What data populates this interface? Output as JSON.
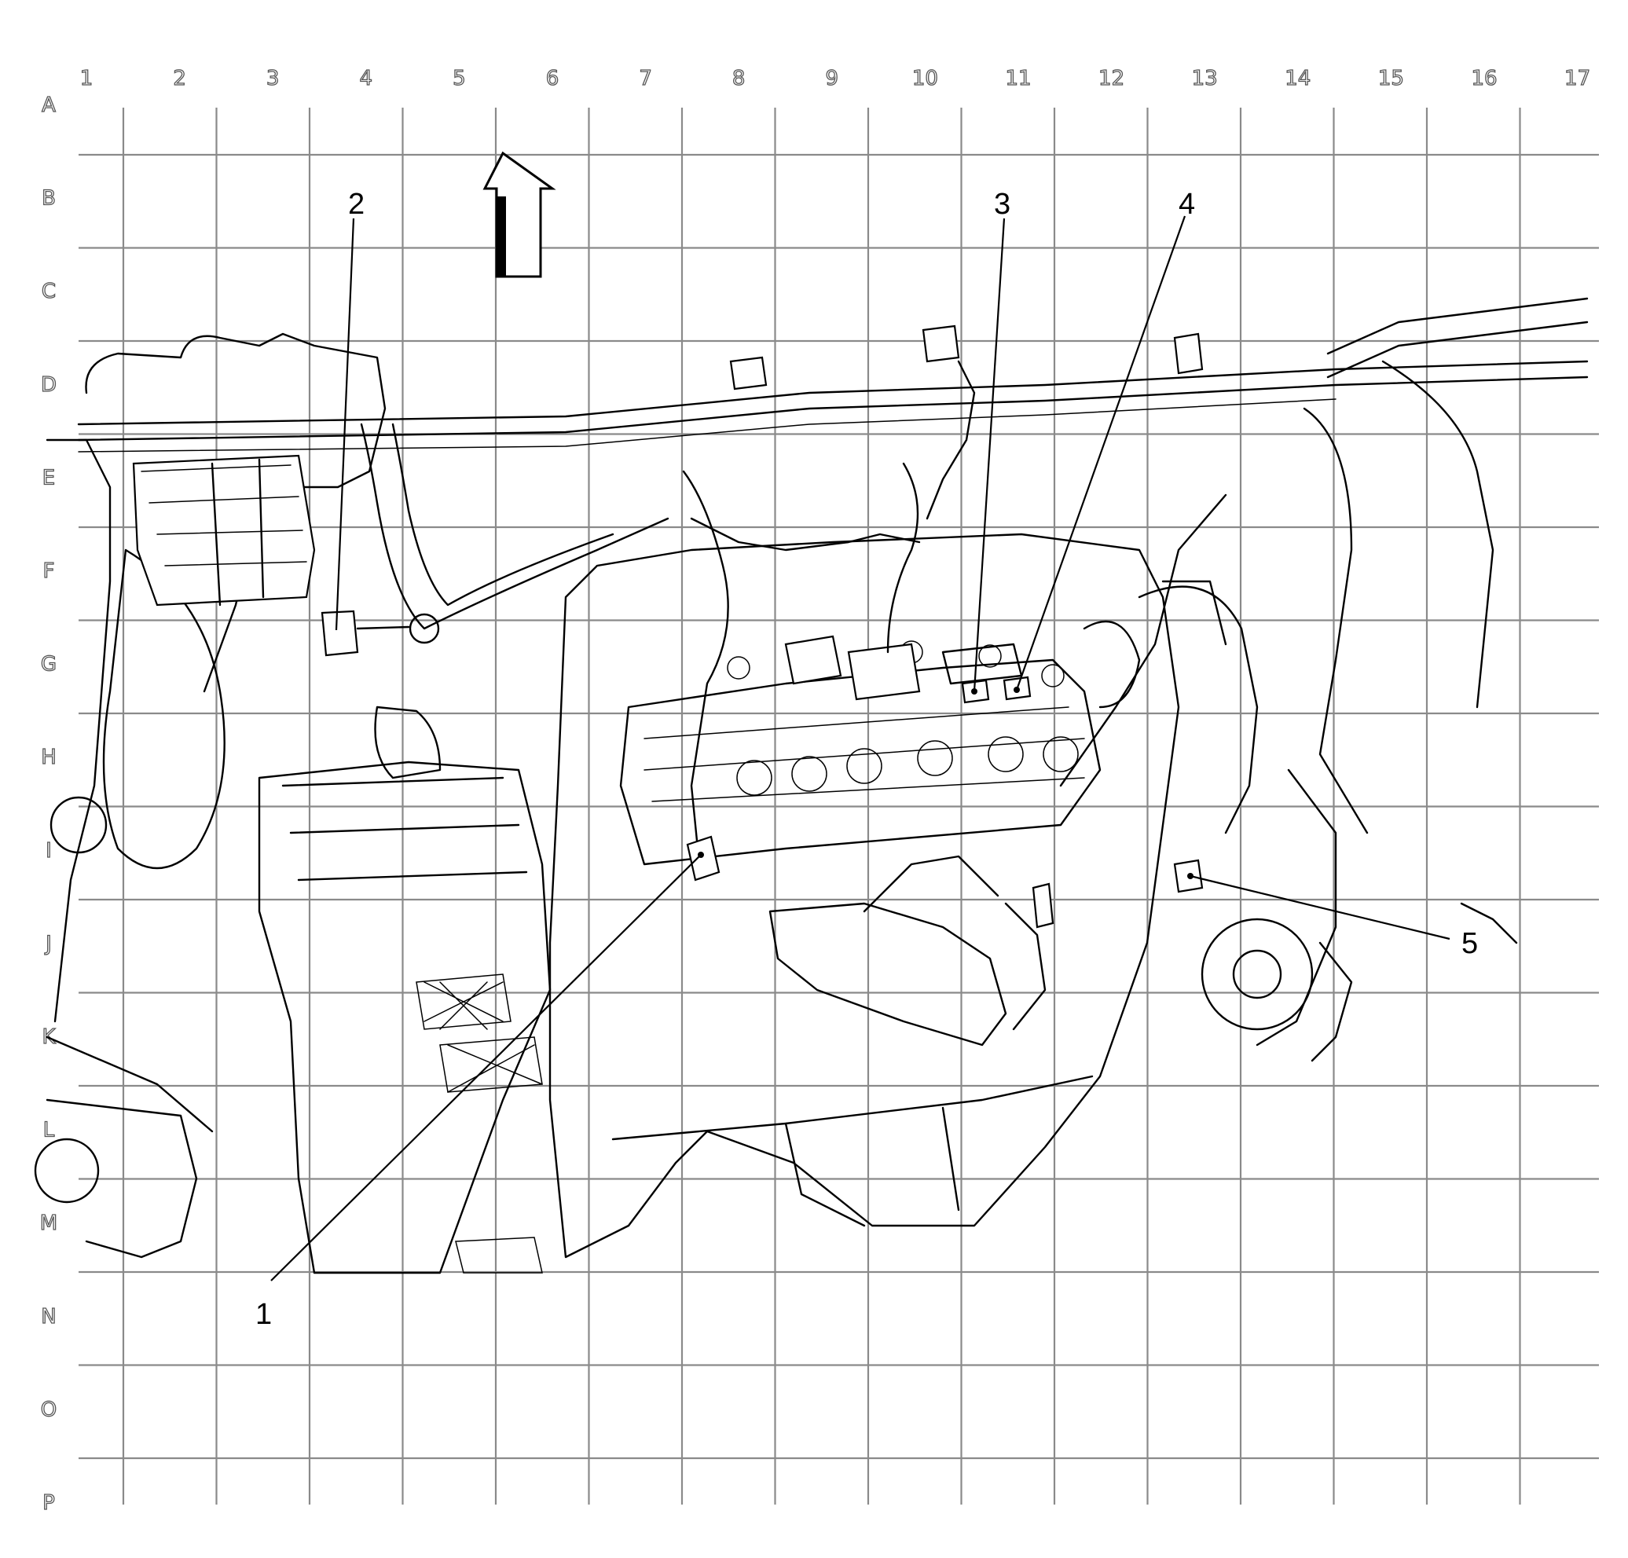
{
  "grid": {
    "columns": [
      "1",
      "2",
      "3",
      "4",
      "5",
      "6",
      "7",
      "8",
      "9",
      "10",
      "11",
      "12",
      "13",
      "14",
      "15",
      "16",
      "17"
    ],
    "rows": [
      "A",
      "B",
      "C",
      "D",
      "E",
      "F",
      "G",
      "H",
      "I",
      "J",
      "K",
      "L",
      "M",
      "N",
      "O",
      "P"
    ]
  },
  "callouts": [
    {
      "id": "1",
      "label": "1"
    },
    {
      "id": "2",
      "label": "2"
    },
    {
      "id": "3",
      "label": "3"
    },
    {
      "id": "4",
      "label": "4"
    },
    {
      "id": "5",
      "label": "5"
    }
  ],
  "icons": {
    "direction_arrow": "forward-arrow-icon"
  }
}
